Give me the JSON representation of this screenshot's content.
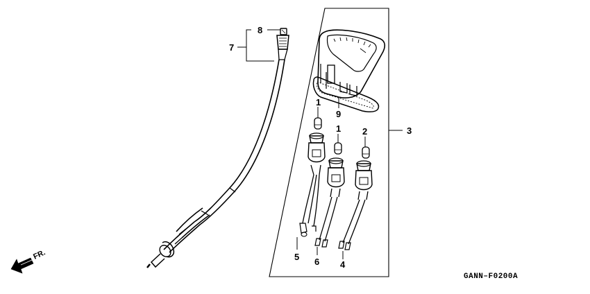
{
  "diagram": {
    "callouts": {
      "c8": "8",
      "c7": "7",
      "c9": "9",
      "c3": "3",
      "c1a": "1",
      "c1b": "1",
      "c2": "2",
      "c5": "5",
      "c6": "6",
      "c4": "4"
    },
    "front_marker": "FR.",
    "diagram_code": "GANN–F0200A"
  }
}
